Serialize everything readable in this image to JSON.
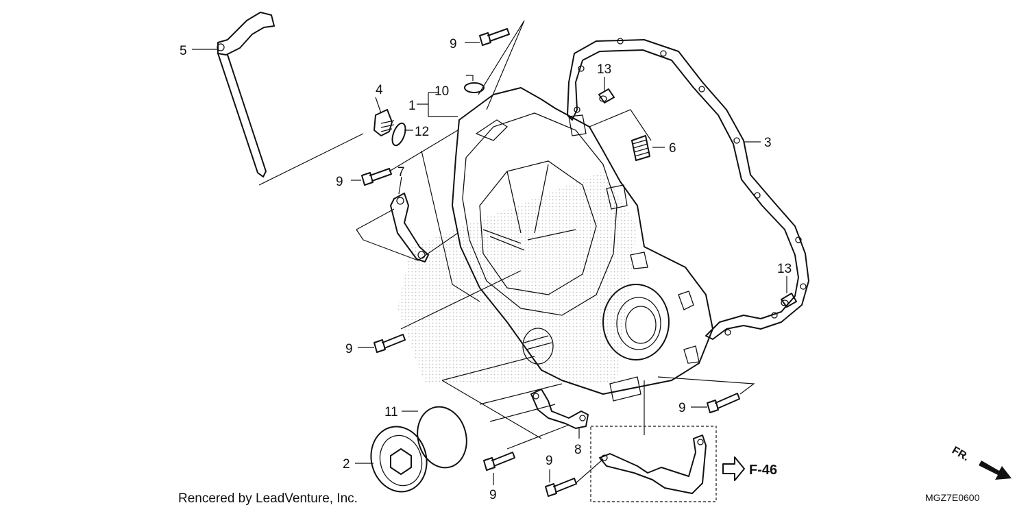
{
  "parts": [
    {
      "id": "p5",
      "num": "5"
    },
    {
      "id": "p9a",
      "num": "9"
    },
    {
      "id": "p10",
      "num": "10"
    },
    {
      "id": "p1",
      "num": "1"
    },
    {
      "id": "p4",
      "num": "4"
    },
    {
      "id": "p12",
      "num": "12"
    },
    {
      "id": "p13a",
      "num": "13"
    },
    {
      "id": "p6",
      "num": "6"
    },
    {
      "id": "p3",
      "num": "3"
    },
    {
      "id": "p9b",
      "num": "9"
    },
    {
      "id": "p7",
      "num": "7"
    },
    {
      "id": "p13b",
      "num": "13"
    },
    {
      "id": "p9c",
      "num": "9"
    },
    {
      "id": "p9d",
      "num": "9"
    },
    {
      "id": "p11",
      "num": "11"
    },
    {
      "id": "p2",
      "num": "2"
    },
    {
      "id": "p8",
      "num": "8"
    },
    {
      "id": "p9e",
      "num": "9"
    },
    {
      "id": "p9f",
      "num": "9"
    }
  ],
  "reference": "F-46",
  "direction": "FR.",
  "credit": "Rencered by LeadVenture, Inc.",
  "diagram_code": "MGZ7E0600"
}
